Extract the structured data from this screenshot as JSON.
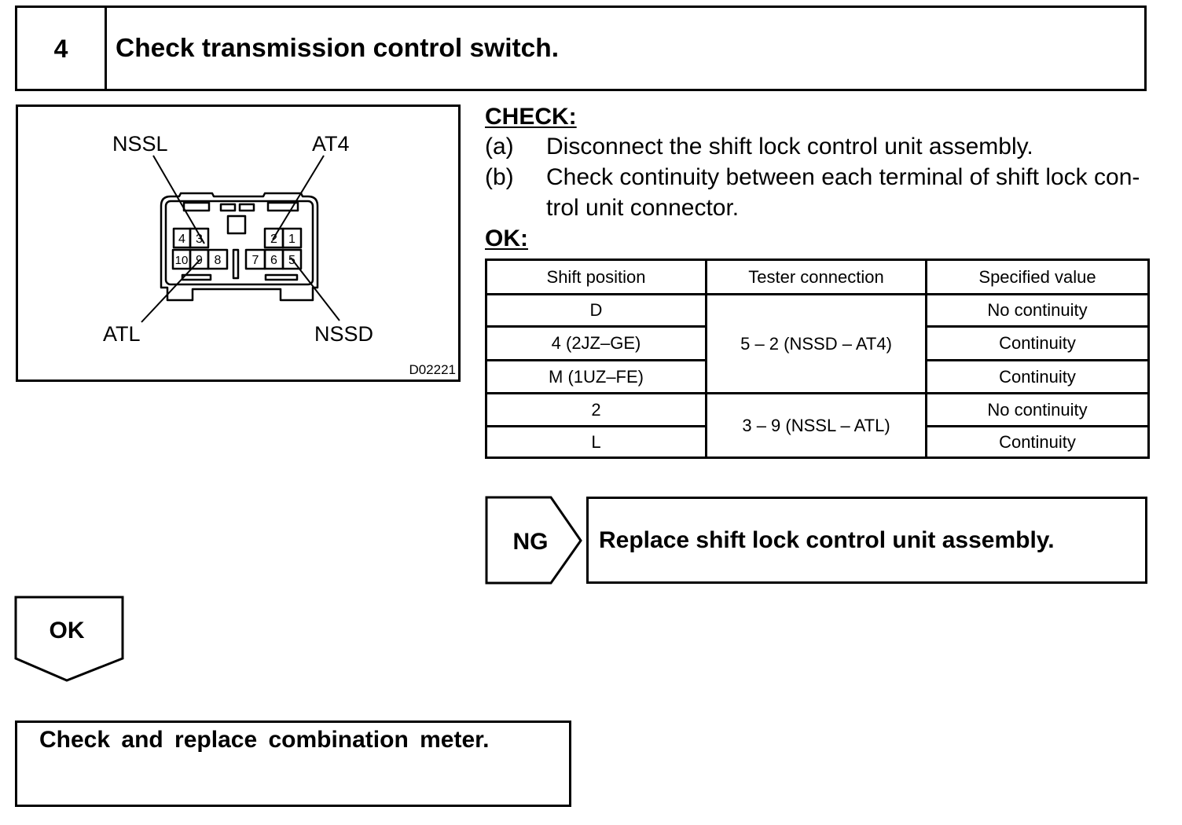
{
  "step": {
    "number": "4",
    "title": "Check transmission control switch."
  },
  "diagram": {
    "labels": {
      "nssl": "NSSL",
      "at4": "AT4",
      "atl": "ATL",
      "nssd": "NSSD"
    },
    "pins": {
      "top": [
        "4",
        "3",
        "2",
        "1"
      ],
      "bottom": [
        "10",
        "9",
        "8",
        "7",
        "6",
        "5"
      ]
    },
    "figure_code": "D02221"
  },
  "check": {
    "heading": "CHECK:",
    "steps": [
      {
        "marker": "(a)",
        "lines": [
          "Disconnect the shift lock control unit assembly."
        ]
      },
      {
        "marker": "(b)",
        "lines": [
          "Check continuity between each terminal of shift lock con-",
          "trol unit connector."
        ]
      }
    ]
  },
  "ok_spec": {
    "heading": "OK:",
    "headers": [
      "Shift position",
      "Tester connection",
      "Specified value"
    ],
    "groups": [
      {
        "tester_connection": "5 – 2 (NSSD – AT4)",
        "rows": [
          {
            "shift_position": "D",
            "specified_value": "No continuity"
          },
          {
            "shift_position": "4 (2JZ–GE)",
            "specified_value": "Continuity"
          },
          {
            "shift_position": "M (1UZ–FE)",
            "specified_value": "Continuity"
          }
        ]
      },
      {
        "tester_connection": "3 – 9 (NSSL – ATL)",
        "rows": [
          {
            "shift_position": "2",
            "specified_value": "No continuity"
          },
          {
            "shift_position": "L",
            "specified_value": "Continuity"
          }
        ]
      }
    ]
  },
  "ng_branch": {
    "label": "NG",
    "action": "Replace shift lock control unit assembly."
  },
  "ok_branch": {
    "label": "OK",
    "action": "Check and replace combination meter."
  }
}
